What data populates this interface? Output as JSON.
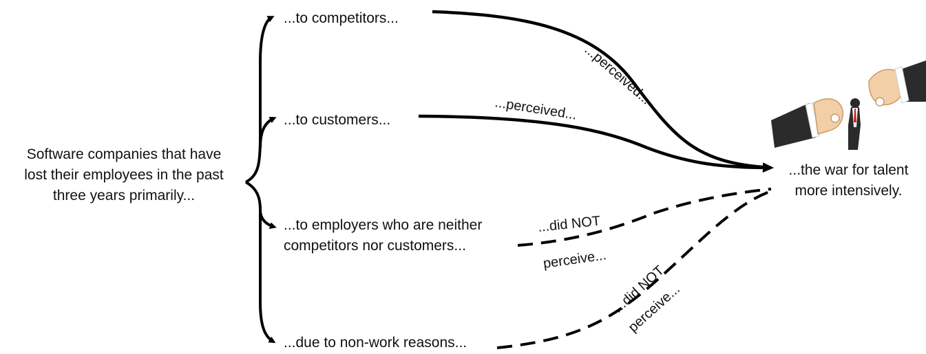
{
  "source": {
    "lines": [
      "Software companies that have",
      "lost their employees in the past",
      "three years primarily..."
    ]
  },
  "branches": [
    {
      "lines": [
        "...to competitors..."
      ]
    },
    {
      "lines": [
        "...to customers..."
      ]
    },
    {
      "lines": [
        "...to employers who are neither",
        "competitors nor customers..."
      ]
    },
    {
      "lines": [
        "...due to non-work reasons..."
      ]
    }
  ],
  "target": {
    "lines": [
      "...the war for talent",
      "more intensively."
    ]
  },
  "edge_labels": {
    "competitors_perceived": "...perceived...",
    "customers_perceived": "...perceived...",
    "neither_did_not": "...did NOT",
    "neither_perceive": "perceive...",
    "nonwork_did_not": "...did NOT",
    "nonwork_perceive": "perceive..."
  },
  "illustration": "hands-picking-businessman"
}
